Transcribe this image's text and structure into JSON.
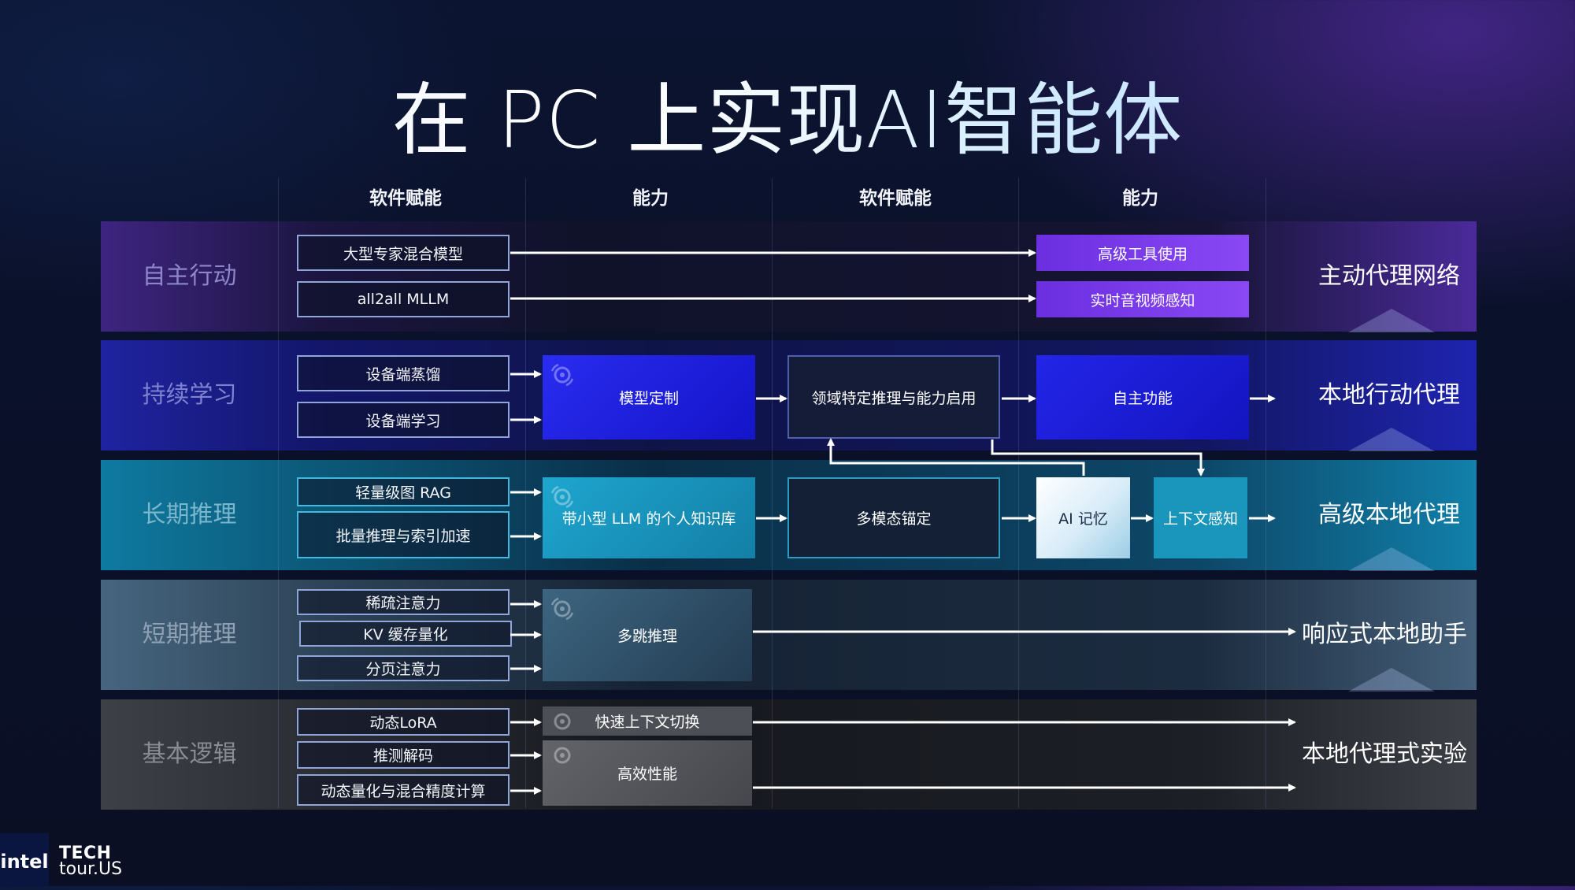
{
  "title": "在 PC 上实现AI智能体",
  "columns": [
    "软件赋能",
    "能力",
    "软件赋能",
    "能力"
  ],
  "rows": [
    {
      "label": "自主行动",
      "output": "主动代理网络"
    },
    {
      "label": "持续学习",
      "output": "本地行动代理"
    },
    {
      "label": "长期推理",
      "output": "高级本地代理"
    },
    {
      "label": "短期推理",
      "output": "响应式本地助手"
    },
    {
      "label": "基本逻辑",
      "output": "本地代理式实验"
    }
  ],
  "software_boxes": {
    "r1": [
      "大型专家混合模型",
      "all2all MLLM"
    ],
    "r2": [
      "设备端蒸馏",
      "设备端学习"
    ],
    "r3": [
      "轻量级图 RAG",
      "批量推理与索引加速"
    ],
    "r4": [
      "稀疏注意力",
      "KV 缓存量化",
      "分页注意力"
    ],
    "r5": [
      "动态LoRA",
      "推测解码",
      "动态量化与混合精度计算"
    ]
  },
  "capabilities": {
    "model_custom": "模型定制",
    "personal_kb": "带小型 LLM 的个人知识库",
    "multihop": "多跳推理",
    "fast_switch": "快速上下文切换",
    "efficient": "高效性能",
    "domain_reason": "领域特定推理与能力启用",
    "multimodal": "多模态锚定",
    "advanced_tools": "高级工具使用",
    "realtime_av": "实时音视频感知",
    "autonomous": "自主功能",
    "ai_memory": "AI 记忆",
    "context_aware": "上下文感知"
  },
  "footer": {
    "brand": "intel",
    "tech": "TECH",
    "tour": "tour.US"
  },
  "colors": {
    "row1": "#3a1f78",
    "row2": "#1a1a80",
    "row3": "#0e6a8c",
    "row4": "#3f5d78",
    "row5": "#3a3c44",
    "violet_box": "#7a2fe8",
    "blue_box": "#1c1ee0",
    "teal_box": "#1a8fb4"
  }
}
